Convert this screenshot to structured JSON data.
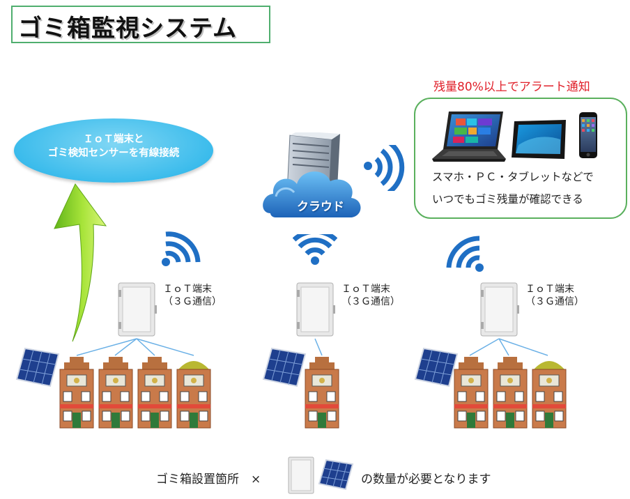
{
  "title": "ゴミ箱監視システム",
  "alert": "残量80%以上でアラート通知",
  "devices": {
    "line1": "スマホ・ＰＣ・タブレットなどで",
    "line2": "いつでもゴミ残量が確認できる"
  },
  "sensor": {
    "line1": "ＩｏＴ端末と",
    "line2": "ゴミ検知センサーを有線接続"
  },
  "cloud_label": "クラウド",
  "terminal": {
    "line1": "ＩｏＴ端末",
    "line2": "（３Ｇ通信）"
  },
  "bottom": {
    "left": "ゴミ箱設置箇所　×",
    "right": "の数量が必要となります"
  },
  "colors": {
    "alert": "#e0202a",
    "box_border": "#5ab05d",
    "wifi": "#1f6fc4",
    "ellipse": "#3cbcec",
    "arrow": "#8ed61c",
    "cloud": "#2f86d6"
  }
}
